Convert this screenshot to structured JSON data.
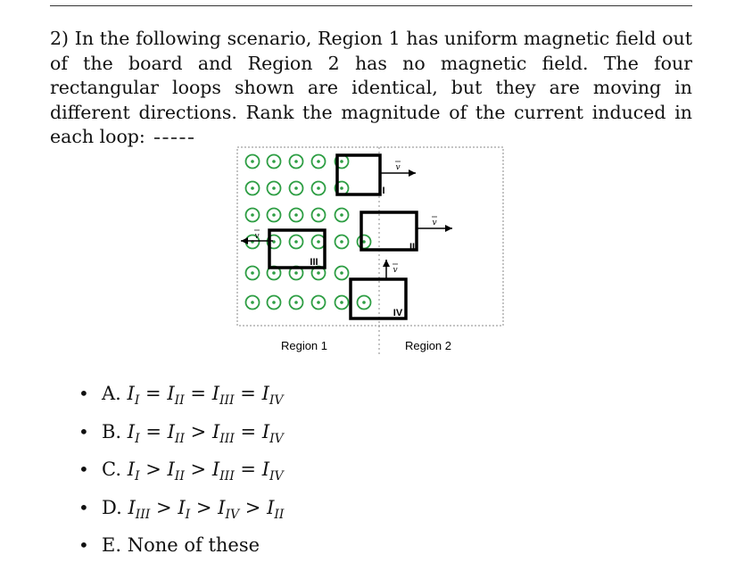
{
  "question": {
    "number": "2)",
    "text": "In the following scenario, Region 1 has uniform magnetic field out of the board and Region 2 has no magnetic field. The four rectangular loops shown are identical, but they are moving in different directions. Rank the magnitude of the current induced in each loop:"
  },
  "figure": {
    "region1_label": "Region 1",
    "region2_label": "Region 2",
    "field_symbol": "dot-in-circle-icon",
    "velocity_label": "v",
    "loops": [
      {
        "label": "I",
        "motion": "right"
      },
      {
        "label": "II",
        "motion": "right"
      },
      {
        "label": "III",
        "motion": "left"
      },
      {
        "label": "IV",
        "motion": "up"
      }
    ],
    "colors": {
      "field": "#2e9e44",
      "loop": "#000000",
      "boundary": "#888888"
    }
  },
  "choices": [
    {
      "letter": "A.",
      "text": "I_I = I_II = I_III = I_IV"
    },
    {
      "letter": "B.",
      "text": "I_I = I_II > I_III = I_IV"
    },
    {
      "letter": "C.",
      "text": "I_I > I_II > I_III = I_IV"
    },
    {
      "letter": "D.",
      "text": "I_III > I_I > I_IV > I_II"
    },
    {
      "letter": "E.",
      "text": "None of these"
    }
  ]
}
